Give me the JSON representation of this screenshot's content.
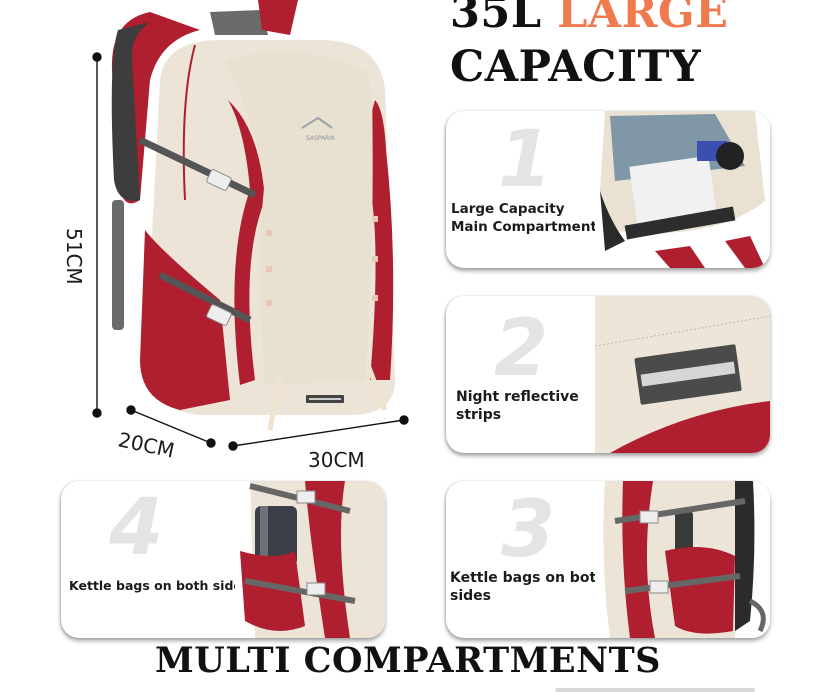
{
  "headline": {
    "line1_prefix": "35L",
    "line1_accent": "LARGE",
    "line2": "CAPACITY",
    "accent_color": "#ef7a4e"
  },
  "product": {
    "logo_text": "SASPARIK",
    "colors": {
      "body": "#ece5d7",
      "accent": "#b01f2f",
      "strap": "#5d5d5d"
    }
  },
  "dimensions": {
    "height": "51CM",
    "depth": "20CM",
    "width": "30CM"
  },
  "features": [
    {
      "number": "1",
      "label": "Large Capacity Main Compartment",
      "line1": "Large Capacity",
      "line2": "Main Compartment"
    },
    {
      "number": "2",
      "label": "Night reflective strips",
      "line1": "Night reflective",
      "line2": "strips"
    },
    {
      "number": "3",
      "label": "Kettle bags on both sides",
      "line1": "Kettle bags on both",
      "line2": "sides"
    },
    {
      "number": "4",
      "label": "Kettle bags on both sides",
      "line1": "Kettle bags on both sides",
      "line2": ""
    }
  ],
  "footer": {
    "title": "MULTI COMPARTMENTS"
  }
}
